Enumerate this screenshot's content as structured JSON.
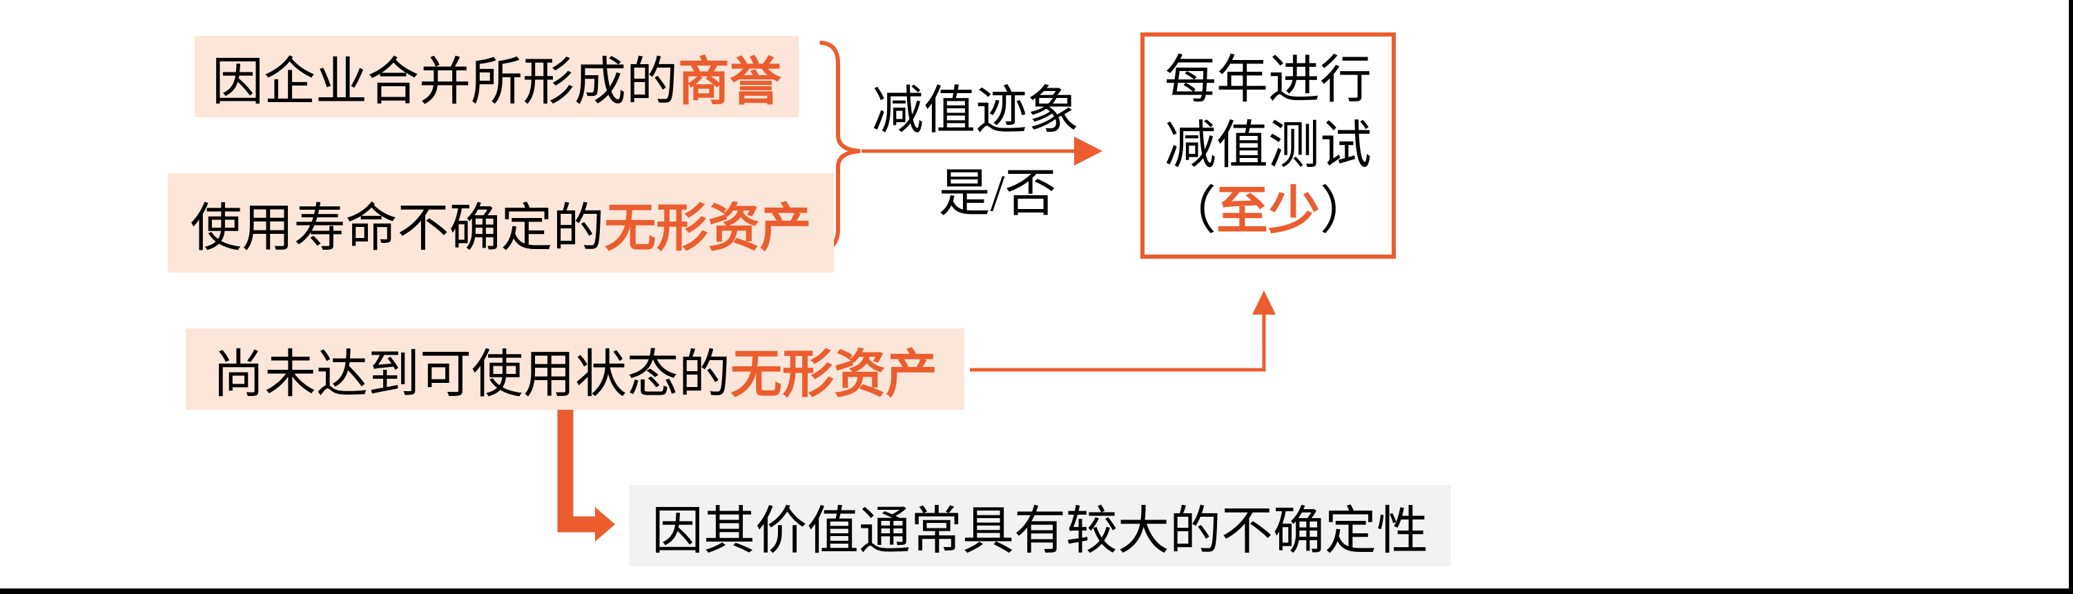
{
  "diagram": {
    "colors": {
      "accent_orange": "#EB5D2F",
      "peach_fill": "#FBE6D9",
      "gray_fill": "#F2F2F2",
      "text_black": "#000000",
      "frame_black": "#000000"
    },
    "boxes": {
      "goodwill": {
        "text_black": "因企业合并所形成的",
        "text_orange": "商誉"
      },
      "indefinite_intangible": {
        "text_black": "使用寿命不确定的",
        "text_orange": "无形资产"
      },
      "not_ready_intangible": {
        "text_black": "尚未达到可使用状态的",
        "text_orange": "无形资产"
      },
      "annual_test": {
        "line1": "每年进行",
        "line2": "减值测试",
        "line3_prefix": "（",
        "line3_orange": "至少",
        "line3_suffix": "）"
      },
      "uncertainty_note": {
        "text": "因其价值通常具有较大的不确定性"
      }
    },
    "labels": {
      "indicator": "减值迹象",
      "yes_no": "是/否"
    },
    "icons": {
      "brace": "right-curly-brace",
      "flow_arrow": "right-arrow",
      "up_arrow": "up-arrow",
      "elbow_arrow": "down-right-thick-arrow"
    }
  }
}
